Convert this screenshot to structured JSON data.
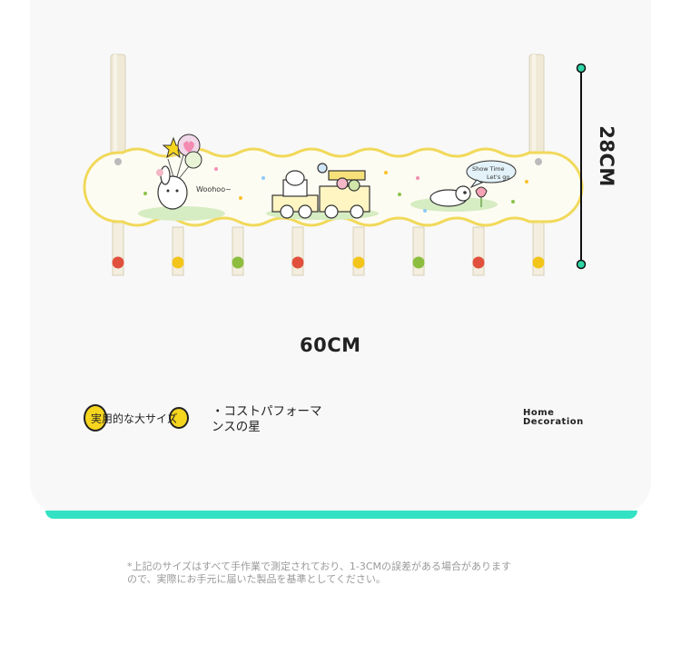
{
  "dimensions": {
    "width_label": "60CM",
    "height_label": "28CM"
  },
  "artwork": {
    "woohoo_text": "Woohoo~",
    "speech_line1": "Show Time",
    "speech_line2": "Let's go",
    "peg_colors": [
      "#e0503c",
      "#f3c51b",
      "#8cbd3e",
      "#e0503c",
      "#f3c51b",
      "#8cbd3e",
      "#e0503c",
      "#f3c51b"
    ],
    "accent_teal": "#33e2c4",
    "banner_border": "#f1d95a"
  },
  "feature": {
    "label": "実用的な大サイズ",
    "description_line1": "・コストパフォーマ",
    "description_line2": "ンスの星"
  },
  "brand": {
    "line1": "Home",
    "line2": "Decoration"
  },
  "note": {
    "line1": "*上記のサイズはすべて手作業で測定されており、1-3CMの誤差がある場合があります",
    "line2": "ので、実際にお手元に届いた製品を基準としてください。"
  }
}
